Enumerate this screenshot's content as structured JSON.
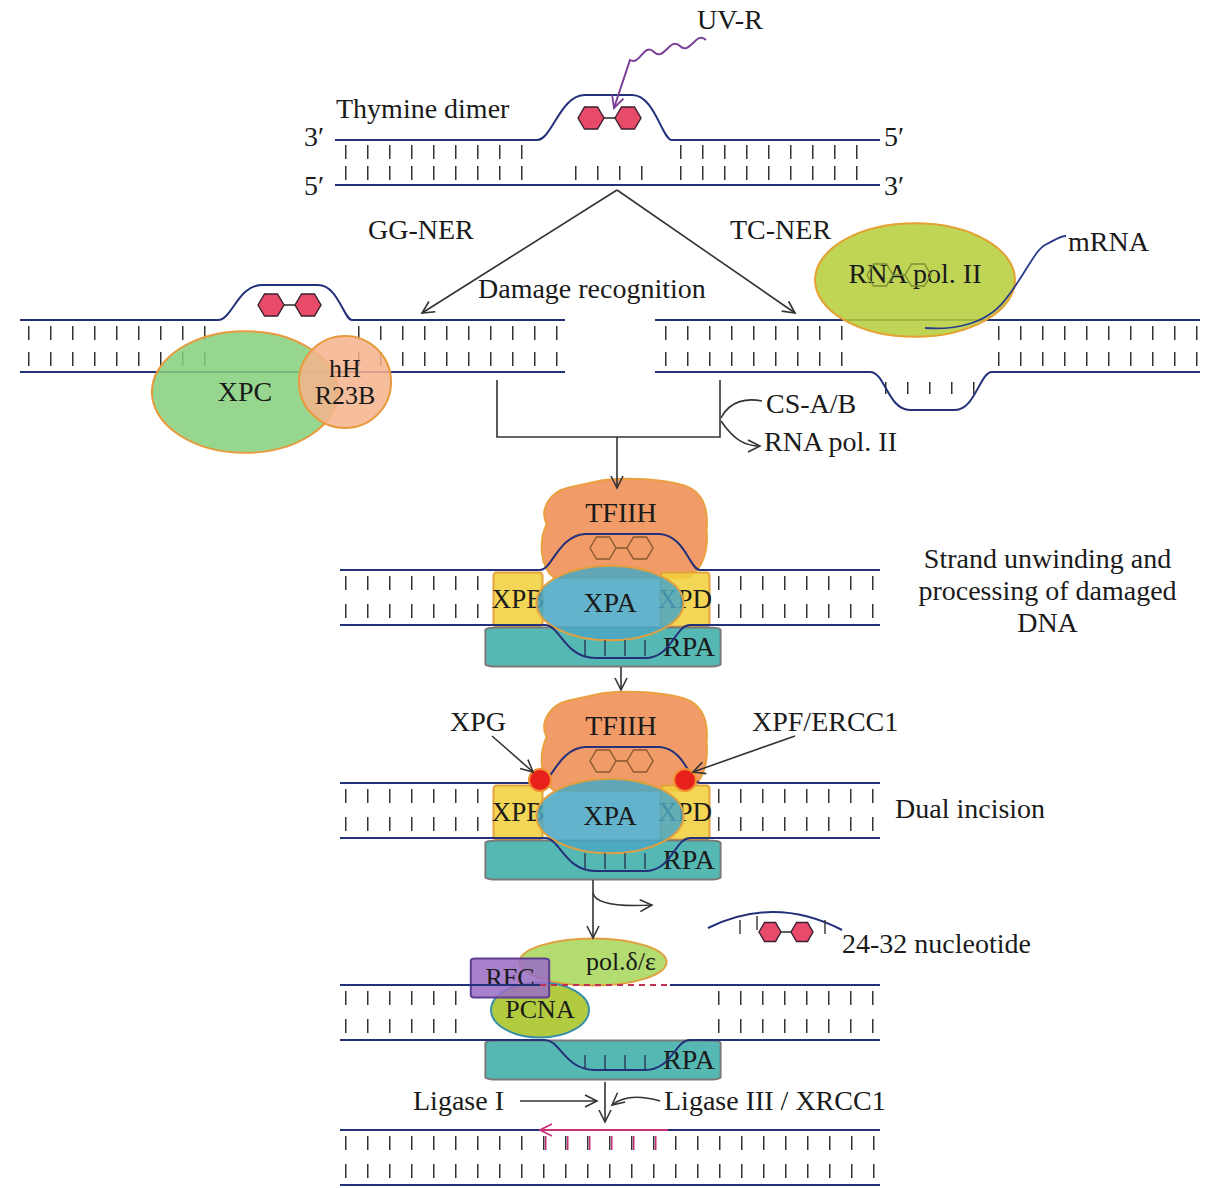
{
  "diagram": {
    "nodes": [
      {
        "text": [
          "XPC"
        ]
      },
      {
        "text": [
          "hH R23B"
        ]
      },
      {
        "text": [
          "RNA pol. II"
        ]
      },
      {
        "text": [
          "TFIIH"
        ]
      },
      {
        "text": [
          "XPB"
        ]
      },
      {
        "text": [
          "XPA"
        ]
      },
      {
        "text": [
          "XPD"
        ]
      },
      {
        "text": [
          "RPA"
        ]
      },
      {
        "text": [
          "TFIIH"
        ]
      },
      {
        "text": [
          "XPB"
        ]
      },
      {
        "text": [
          "XPA"
        ]
      },
      {
        "text": [
          "XPD"
        ]
      },
      {
        "text": [
          "RPA"
        ]
      },
      {
        "text": [
          "pol.δ/ε"
        ]
      },
      {
        "text": [
          "RFC"
        ]
      },
      {
        "text": [
          "PCNA"
        ]
      },
      {
        "text": [
          "RPA"
        ]
      }
    ],
    "edges": [
      {
        "from": 7,
        "to": 8,
        "arrow": "to"
      },
      {
        "from": 12,
        "to": 13,
        "arrow": "to"
      }
    ],
    "labels": [
      "UV-R",
      "Thymine dimer",
      "3′",
      "5′",
      "5′",
      "3′",
      "GG-NER",
      "TC-NER",
      "Damage recognition",
      "mRNA",
      "CS-A/B",
      "RNA pol. II",
      "Strand unwinding and processing of damaged DNA",
      "XPG",
      "XPF/ERCC1",
      "Dual incision",
      "24-32 nucleotide",
      "Ligase I",
      "Ligase III / XRCC1"
    ]
  }
}
